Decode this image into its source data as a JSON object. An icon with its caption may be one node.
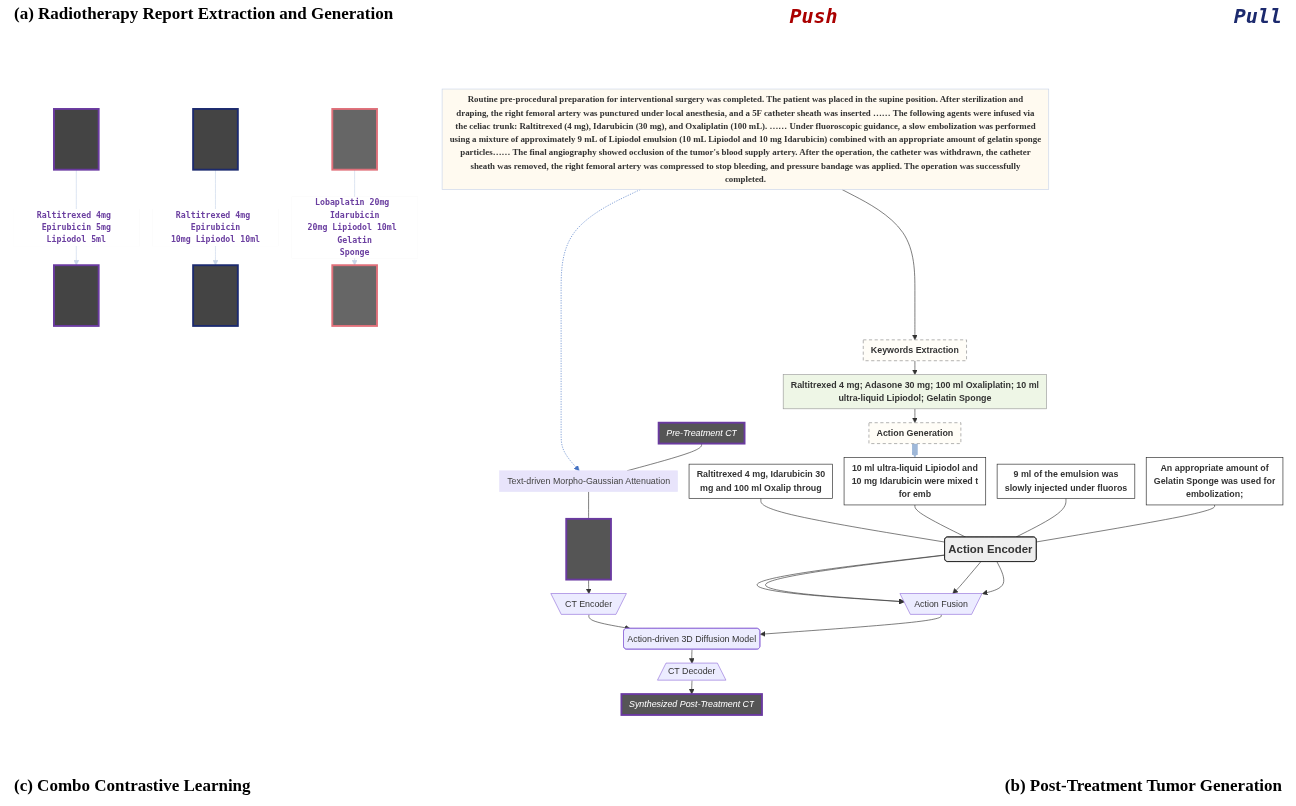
{
  "diagram": {
    "nodes": [
      {
        "text": [
          "Routine pre-procedural preparation for interventional surgery was completed. The patient was placed in the supine position. After sterilization and draping, the right femoral artery was punctured under local anesthesia, and a 5F catheter sheath was inserted …… The following agents were infused via the celiac trunk: Raltitrexed (4 mg), Idarubicin (30 mg), and Oxaliplatin (100 mL). …… Under fluoroscopic guidance, a slow embolization was performed using a mixture of approximately 9 mL of Lipiodol emulsion (10 mL Lipiodol and 10 mg Idarubicin) combined with an appropriate amount of gelatin sponge particles…… The final angiography showed occlusion of the tumor's blood supply artery. After the operation, the catheter was withdrawn, the catheter sheath was removed, the right femoral artery was compressed to stop bleeding, and pressure bandage was applied. The operation was successfully completed."
        ]
      },
      {
        "text": [
          "Keywords Extraction"
        ]
      },
      {
        "text": [
          "Raltitrexed 4 mg; Adasone 30 mg; 100 ml Oxaliplatin; 10 ml ultra-liquid Lipiodol; Gelatin Sponge"
        ]
      },
      {
        "text": [
          "Action Generation"
        ]
      },
      {
        "text": [
          "Raltitrexed 4 mg, Idarubicin 30 mg and 100 ml Oxalip throug"
        ]
      },
      {
        "text": [
          "10 ml ultra-liquid Lipiodol and 10 mg Idarubicin were mixed t for emb"
        ]
      },
      {
        "text": [
          "9 ml of the emulsion was slowly injected under fluoros"
        ]
      },
      {
        "text": [
          "An appropriate amount of Gelatin Sponge was used for embolization;"
        ]
      },
      {
        "text": [
          "Action Encoder"
        ]
      },
      {
        "text": [
          "Action Fusion"
        ]
      },
      {
        "text": [
          "Pre-Treatment CT"
        ]
      },
      {
        "text": [
          "Text-driven Morpho-Gaussian Attenuation"
        ]
      },
      {
        "text": [],
        "shape": "box"
      },
      {
        "text": [
          "CT Encoder"
        ]
      },
      {
        "text": [
          "Action-driven 3D Diffusion Model"
        ]
      },
      {
        "text": [
          "CT Decoder"
        ]
      },
      {
        "text": [
          "Synthesized Post-Treatment CT"
        ]
      },
      {
        "text": [],
        "shape": "box"
      },
      {
        "text": [],
        "shape": "box"
      },
      {
        "text": [],
        "shape": "box"
      },
      {
        "text": [],
        "shape": "box"
      },
      {
        "text": [],
        "shape": "box"
      },
      {
        "text": [],
        "shape": "box"
      }
    ],
    "edges": [
      {
        "from": 0,
        "to": 1,
        "arrow": "to"
      },
      {
        "from": 1,
        "to": 2,
        "arrow": "to"
      },
      {
        "from": 2,
        "to": 3,
        "arrow": "to"
      },
      {
        "from": 3,
        "to": 5,
        "arrow": "to",
        "style": "thick",
        "color": "#9fb8d8"
      },
      {
        "from": 4,
        "to": 8,
        "arrow": "none"
      },
      {
        "from": 5,
        "to": 8,
        "arrow": "none"
      },
      {
        "from": 6,
        "to": 8,
        "arrow": "none"
      },
      {
        "from": 7,
        "to": 8,
        "arrow": "none"
      },
      {
        "from": 8,
        "to": 9,
        "arrow": "to"
      },
      {
        "from": 8,
        "to": 9,
        "arrow": "to"
      },
      {
        "from": 8,
        "to": 9,
        "arrow": "to"
      },
      {
        "from": 8,
        "to": 9,
        "arrow": "to"
      },
      {
        "from": 0,
        "to": 11,
        "arrow": "to",
        "style": "dashed",
        "color": "#4472c4"
      },
      {
        "from": 10,
        "to": 11,
        "arrow": "none"
      },
      {
        "from": 11,
        "to": 12,
        "arrow": "none"
      },
      {
        "from": 12,
        "to": 13,
        "arrow": "to"
      },
      {
        "from": 13,
        "to": 14,
        "arrow": "to"
      },
      {
        "from": 9,
        "to": 14,
        "arrow": "to"
      },
      {
        "from": 14,
        "to": 15,
        "arrow": "to"
      },
      {
        "from": 15,
        "to": 16,
        "arrow": "to"
      },
      {
        "from": 17,
        "to": 18,
        "arrow": "to",
        "label": "Raltitrexed 4mg Epirubicin 5mg Lipiodol 5ml",
        "color": "#c9d6ea"
      },
      {
        "from": 19,
        "to": 20,
        "arrow": "to",
        "label": "Raltitrexed 4mg Epirubicin 10mg Lipiodol 10ml",
        "color": "#c9d6ea"
      },
      {
        "from": 21,
        "to": 22,
        "arrow": "to",
        "label": "Lobaplatin 20mg Idarubicin 20mg Lipiodol 10ml Gelatin Sponge",
        "color": "#c9d6ea"
      }
    ],
    "labels": [
      "(a) Radiotherapy Report Extraction and Generation",
      "Push",
      "Pull",
      "(c) Combo Contrastive Learning",
      "(b) Post-Treatment Tumor Generation"
    ]
  }
}
